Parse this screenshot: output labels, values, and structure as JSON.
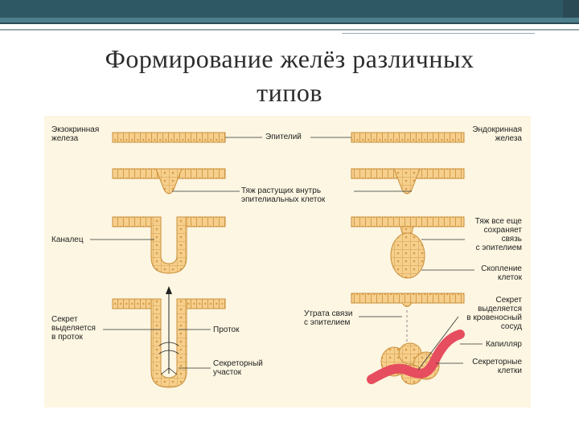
{
  "slide": {
    "title_line1": "Формирование желёз различных",
    "title_line2": "типов"
  },
  "labels": {
    "exocrine": "Экзокринная\nжелеза",
    "endocrine": "Эндокринная\nжелеза",
    "epithelium": "Эпителий",
    "ingrowth": "Тяж растущих внутрь\nэпителиальных клеток",
    "canal": "Каналец",
    "cord_connected": "Тяж все еще\nсохраняет\nсвязь\nс эпителием",
    "cluster": "Скопление\nклеток",
    "secretion_duct": "Секрет\nвыделяется\nв проток",
    "duct": "Проток",
    "secretory_part": "Секреторный\nучасток",
    "lost_connection": "Утрата связи\nс эпителием",
    "secretion_blood": "Секрет\nвыделяется\nв кровеносный\nсосуд",
    "capillary": "Капилляр",
    "secretory_cells": "Секреторные\nклетки"
  },
  "colors": {
    "cell_fill": "#f6cf8c",
    "cell_stroke": "#c98f3a",
    "capillary": "#e64d5e",
    "panel_bg": "#fcf6e2"
  }
}
